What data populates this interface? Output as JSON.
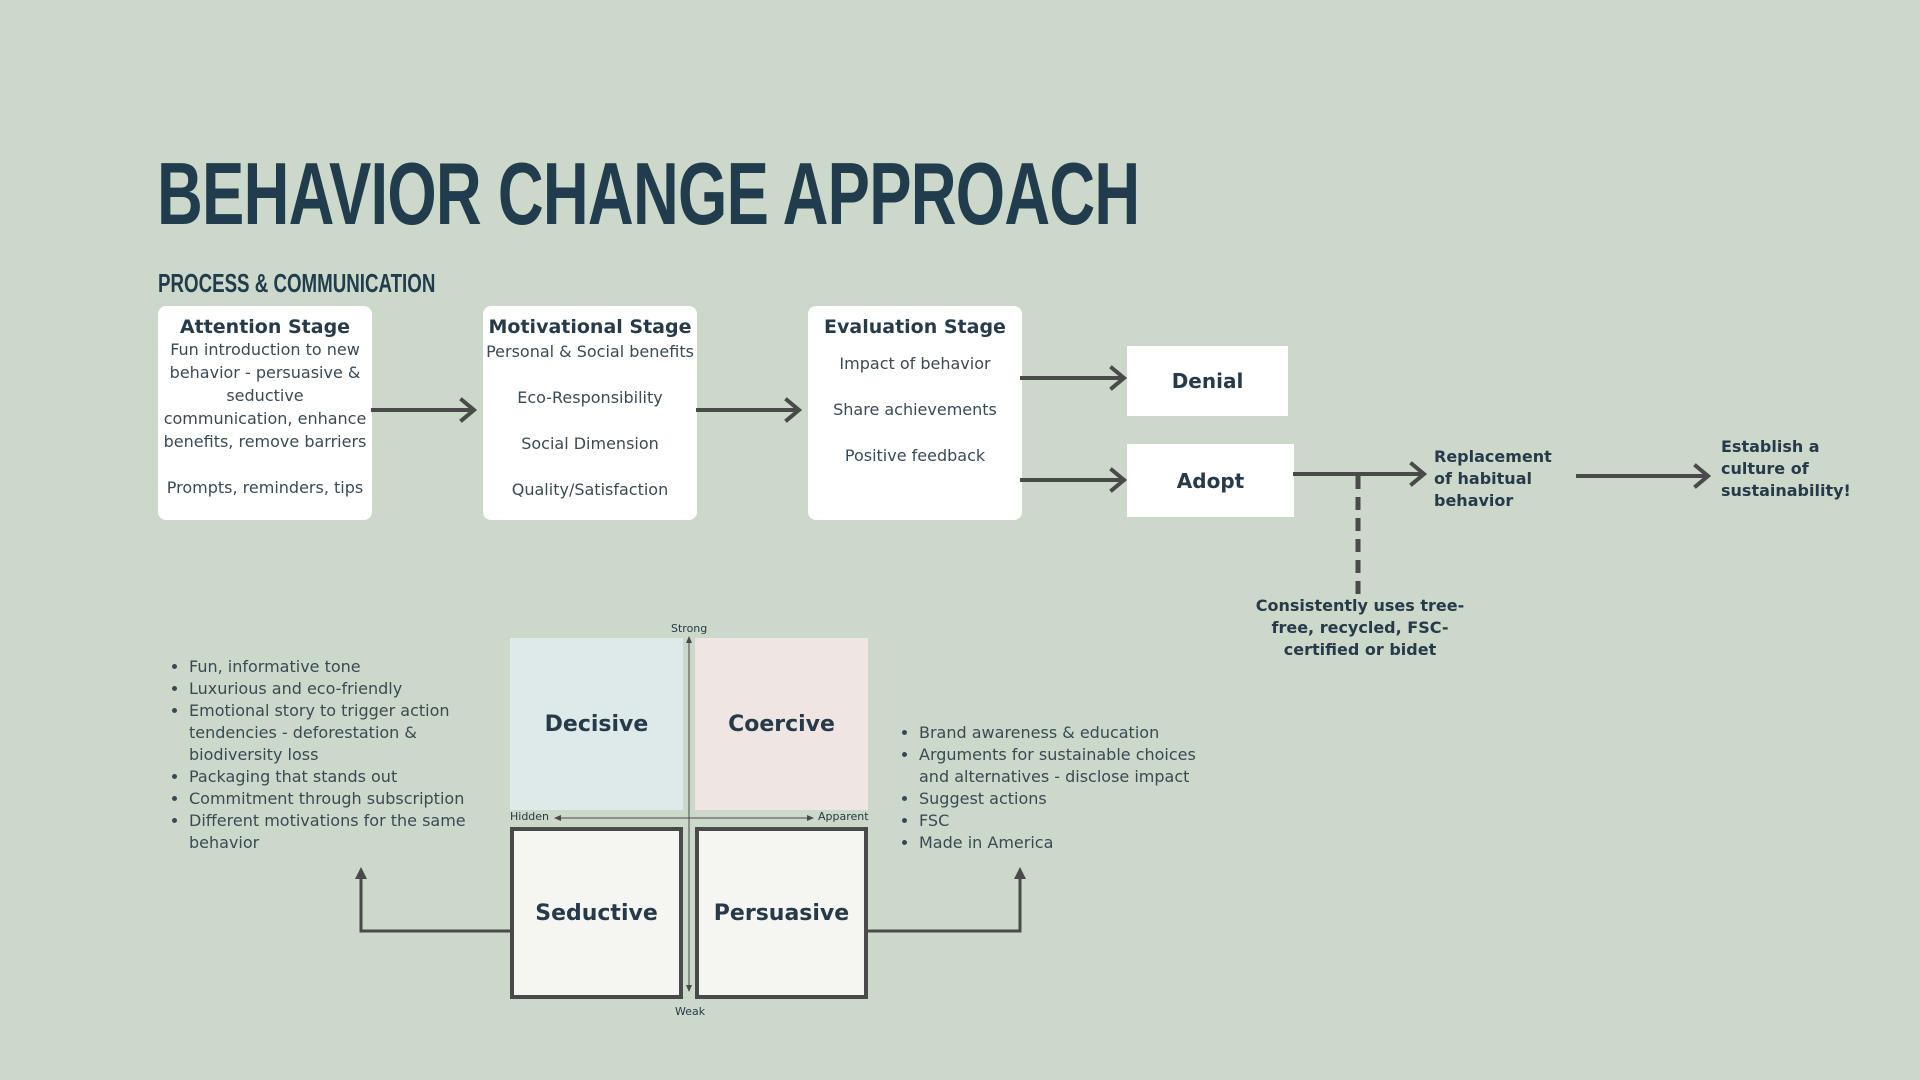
{
  "header": {
    "title": "BEHAVIOR CHANGE APPROACH",
    "subtitle": "PROCESS & COMMUNICATION"
  },
  "stages": {
    "attention": {
      "title": "Attention Stage",
      "description": "Fun introduction to new behavior - persuasive & seductive communication, enhance benefits, remove barriers",
      "extra": "Prompts, reminders, tips"
    },
    "motivational": {
      "title": "Motivational Stage",
      "items": [
        "Personal & Social benefits",
        "Eco-Responsibility",
        "Social Dimension",
        "Quality/Satisfaction"
      ]
    },
    "evaluation": {
      "title": "Evaluation Stage",
      "items": [
        "Impact of behavior",
        "Share achievements",
        "Positive feedback"
      ]
    }
  },
  "outcomes": {
    "denial": "Denial",
    "adopt": "Adopt",
    "replacement": "Replacement of habitual behavior",
    "culture": "Establish a culture of sustainability!",
    "consistent": "Consistently uses tree-free, recycled, FSC-certified or bidet"
  },
  "matrix": {
    "axis_top": "Strong",
    "axis_bottom": "Weak",
    "axis_left": "Hidden",
    "axis_right": "Apparent",
    "quadrants": {
      "decisive": "Decisive",
      "coercive": "Coercive",
      "seductive": "Seductive",
      "persuasive": "Persuasive"
    }
  },
  "left_list": [
    "Fun, informative tone",
    "Luxurious and eco-friendly",
    "Emotional story to trigger action tendencies - deforestation & biodiversity loss",
    "Packaging that stands out",
    "Commitment through subscription",
    "Different motivations for the same behavior"
  ],
  "right_list": [
    "Brand awareness & education",
    "Arguments for sustainable choices and alternatives - disclose impact",
    "Suggest actions",
    "FSC",
    "Made in America"
  ],
  "colors": {
    "background": "#ccd8ca",
    "title": "#213c4c",
    "arrow": "#4a4a4a",
    "decisive_fill": "#deeaea",
    "coercive_fill": "#efe6e4",
    "bottom_fill": "#f5f6f2"
  }
}
